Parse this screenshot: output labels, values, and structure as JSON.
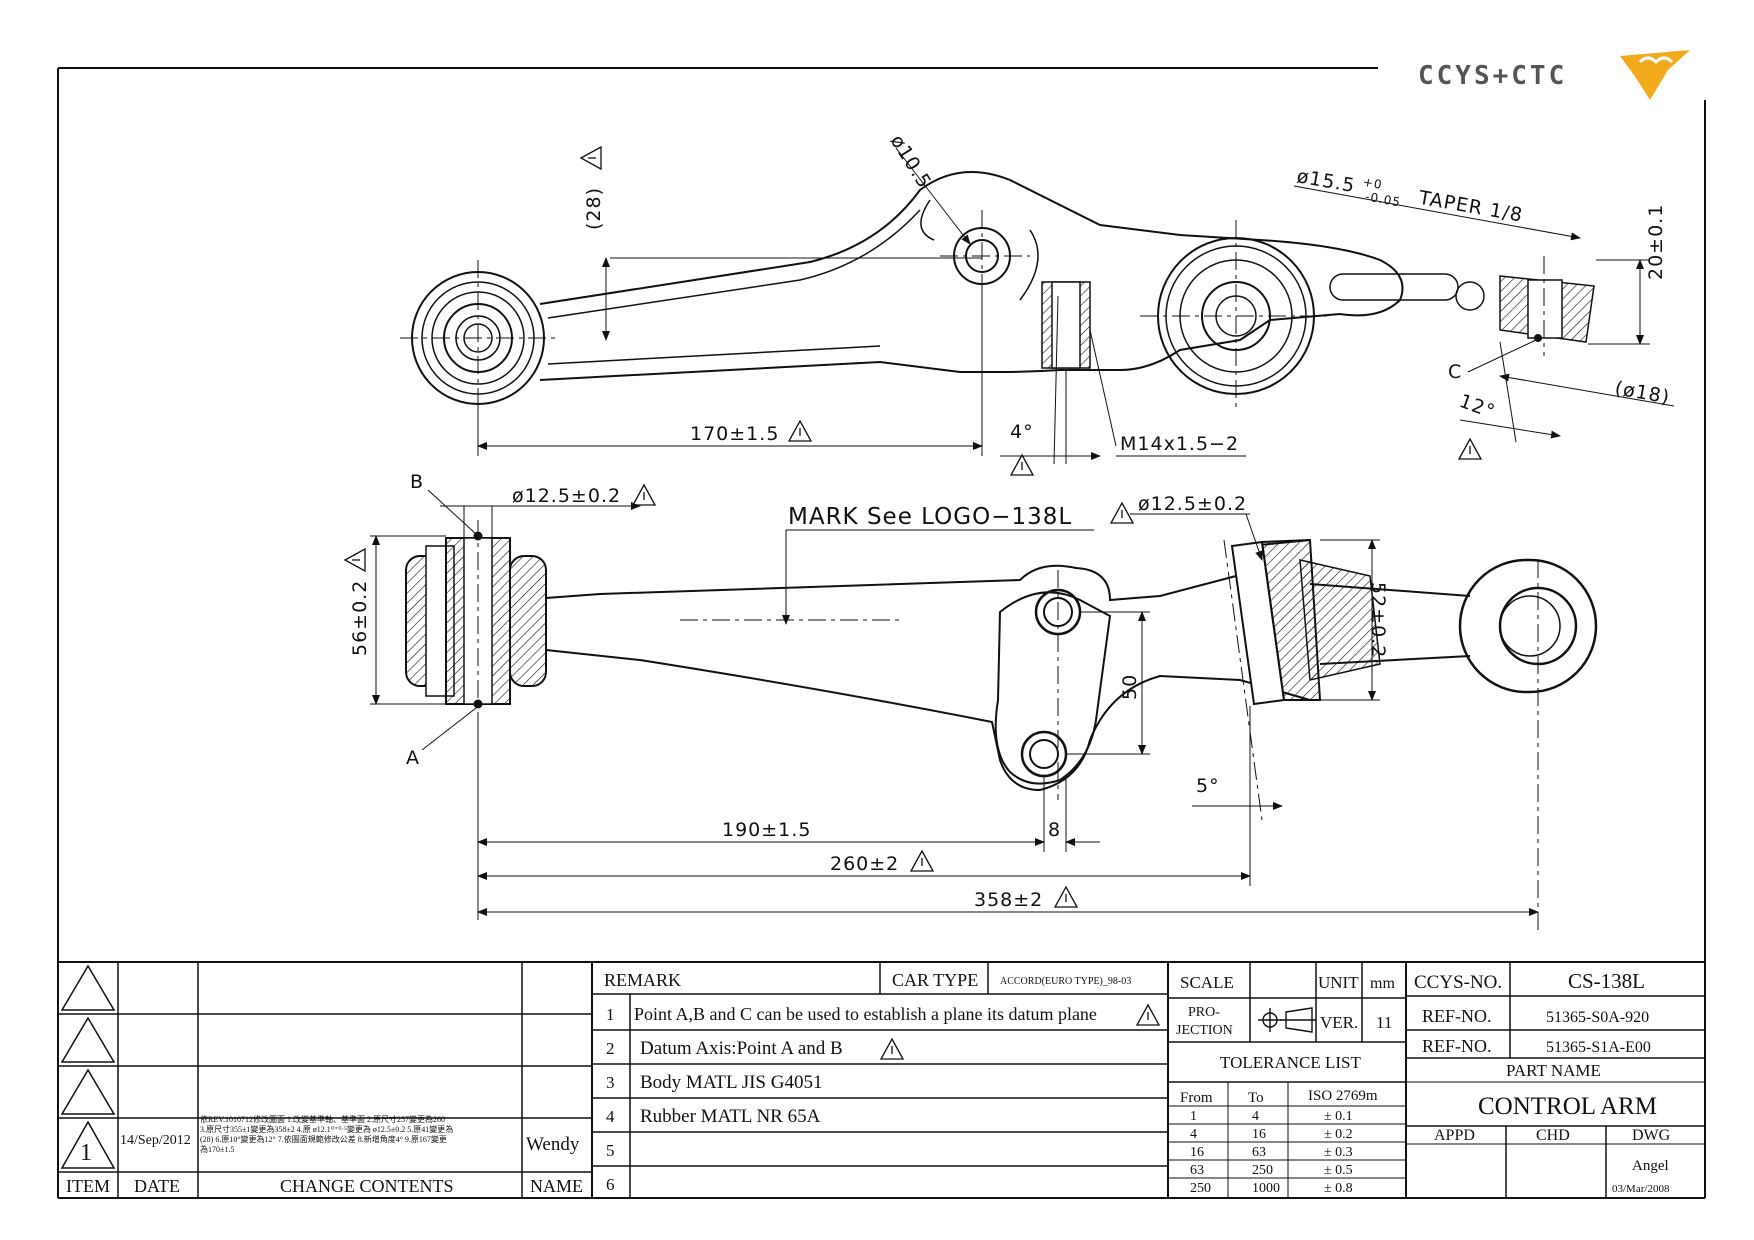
{
  "logo": {
    "text": "CCYS+CTC"
  },
  "drawing": {
    "top_view": {
      "hole_dia": "ø10.5",
      "ref_dim": "(28)",
      "taper": "ø15.5",
      "taper_tol_upper": "+0",
      "taper_tol_lower": "-0.05",
      "taper_suffix": "TAPER 1/8",
      "height_dim": "20±0.1",
      "dia18": "(ø18)",
      "point_c": "C",
      "angle_12": "12°",
      "length_170": "170±1.5",
      "angle_4": "4°",
      "thread": "M14x1.5−2"
    },
    "front_view": {
      "point_b": "B",
      "point_a": "A",
      "bush_dia_left": "ø12.5±0.2",
      "bush_dia_right": "ø12.5±0.2",
      "mark_note": "MARK See LOGO−138L",
      "height_56": "56±0.2",
      "height_52": "52±0.2",
      "spacing_50": "50",
      "angle_5": "5°",
      "length_190": "190±1.5",
      "length_8": "8",
      "length_260": "260±2",
      "length_358": "358±2"
    }
  },
  "revisions": {
    "headers": [
      "ITEM",
      "DATE",
      "CHANGE CONTENTS",
      "NAME"
    ],
    "rows": [
      {
        "item": "",
        "date": "",
        "content": "",
        "name": ""
      },
      {
        "item": "",
        "date": "",
        "content": "",
        "name": ""
      },
      {
        "item": "",
        "date": "",
        "content": "",
        "name": ""
      },
      {
        "item": "1",
        "date": "14/Sep/2012",
        "content_lines": [
          "依REV.1010712修改圖面 1.改變基準軸、基準面 2.原尺寸257變更為260",
          "3.原尺寸355±1變更為358±2 4.原 ø12.1⁰⁺⁰·⁵變更為 ø12.5±0.2 5.原41變更為",
          "(28) 6.原10°變更為12° 7.依圖面規範修改公差 8.新增角度4° 9.原167變更",
          "為170±1.5"
        ],
        "name": "Wendy"
      }
    ]
  },
  "remark": {
    "header": "REMARK",
    "car_type_label": "CAR TYPE",
    "car_type_value": "ACCORD(EURO TYPE)_98-03",
    "items": [
      {
        "no": "1",
        "text": "Point A,B and C can be used to establish a plane its datum plane"
      },
      {
        "no": "2",
        "text": "Datum Axis:Point A and B"
      },
      {
        "no": "3",
        "text": "Body MATL JIS G4051"
      },
      {
        "no": "4",
        "text": "Rubber MATL NR 65A"
      },
      {
        "no": "5",
        "text": ""
      },
      {
        "no": "6",
        "text": ""
      }
    ]
  },
  "spec": {
    "scale_label": "SCALE",
    "scale_value": "",
    "unit_label": "UNIT",
    "unit_value": "mm",
    "projection_label_1": "PRO-",
    "projection_label_2": "JECTION",
    "ver_label": "VER.",
    "ver_value": "11"
  },
  "tolerance": {
    "title": "TOLERANCE LIST",
    "headers": [
      "From",
      "To",
      "ISO 2769m"
    ],
    "rows": [
      [
        "1",
        "4",
        "± 0.1"
      ],
      [
        "4",
        "16",
        "± 0.2"
      ],
      [
        "16",
        "63",
        "± 0.3"
      ],
      [
        "63",
        "250",
        "± 0.5"
      ],
      [
        "250",
        "1000",
        "± 0.8"
      ]
    ]
  },
  "title_block": {
    "ccys_no_label": "CCYS-NO.",
    "ccys_no": "CS-138L",
    "ref_no_label": "REF-NO.",
    "ref_no_1": "51365-S0A-920",
    "ref_no_2": "51365-S1A-E00",
    "part_name_label": "PART NAME",
    "part_name": "CONTROL ARM",
    "appd": "APPD",
    "chd": "CHD",
    "dwg": "DWG",
    "dwg_name": "Angel",
    "dwg_date": "03/Mar/2008"
  }
}
